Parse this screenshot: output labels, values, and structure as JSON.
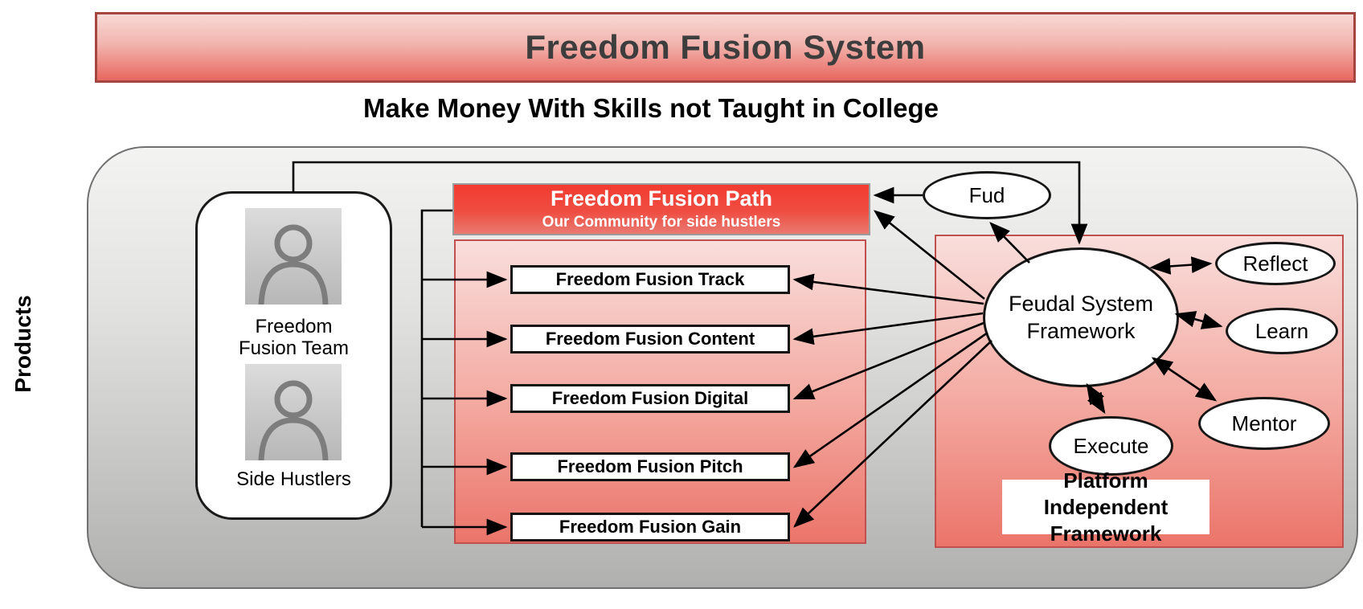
{
  "banner": {
    "title": "Freedom Fusion System"
  },
  "tagline": "Make Money With Skills not Taught in College",
  "axis_label": "Products",
  "team_box": {
    "members": [
      {
        "icon": "person-icon",
        "label": "Freedom Fusion Team"
      },
      {
        "icon": "person-icon",
        "label": "Side Hustlers"
      }
    ]
  },
  "path_header": {
    "title": "Freedom Fusion Path",
    "subtitle": "Our Community for side hustlers"
  },
  "offerings": [
    "Freedom Fusion Track",
    "Freedom Fusion Content",
    "Freedom Fusion Digital",
    "Freedom Fusion Pitch",
    "Freedom Fusion Gain"
  ],
  "framework": {
    "hub": "Feudal System Framework",
    "input": "Fud",
    "satellites": [
      "Reflect",
      "Learn",
      "Mentor",
      "Execute"
    ],
    "caption": [
      "Platform Independent",
      "Framework"
    ]
  },
  "colors": {
    "banner_top": "#f7d8d5",
    "banner_bottom": "#e8675f",
    "banner_border": "#a54540",
    "accent_red": "#f23b2f",
    "panel_top": "#f9dedc",
    "panel_bottom": "#eb746a",
    "panel_border": "#c0504d",
    "container_top": "#f3f3f2",
    "container_bottom": "#b0b0af",
    "line": "#000000"
  }
}
